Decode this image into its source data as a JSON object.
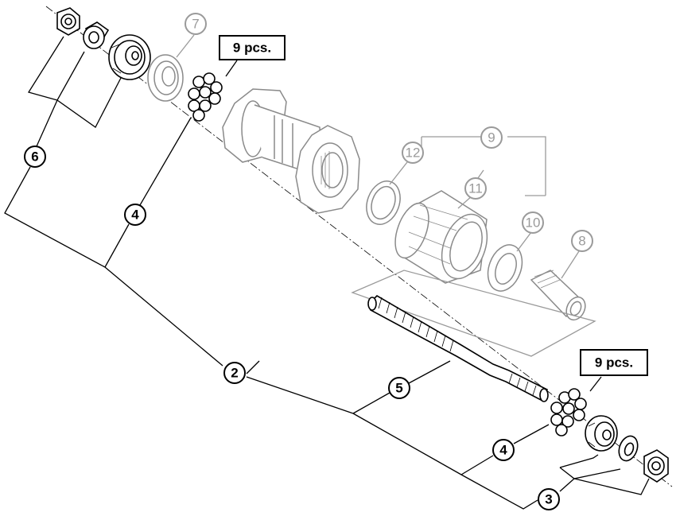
{
  "callouts": {
    "c2": "2",
    "c3": "3",
    "c4_upper": "4",
    "c4_lower": "4",
    "c5": "5",
    "c6": "6",
    "c7": "7",
    "c8": "8",
    "c9": "9",
    "c10": "10",
    "c11": "11",
    "c12": "12"
  },
  "quantity_labels": {
    "upper": "9 pcs.",
    "lower": "9 pcs."
  },
  "colors": {
    "ink": "#000000",
    "ghost_part": "#9a9a9a",
    "background": "#ffffff"
  }
}
